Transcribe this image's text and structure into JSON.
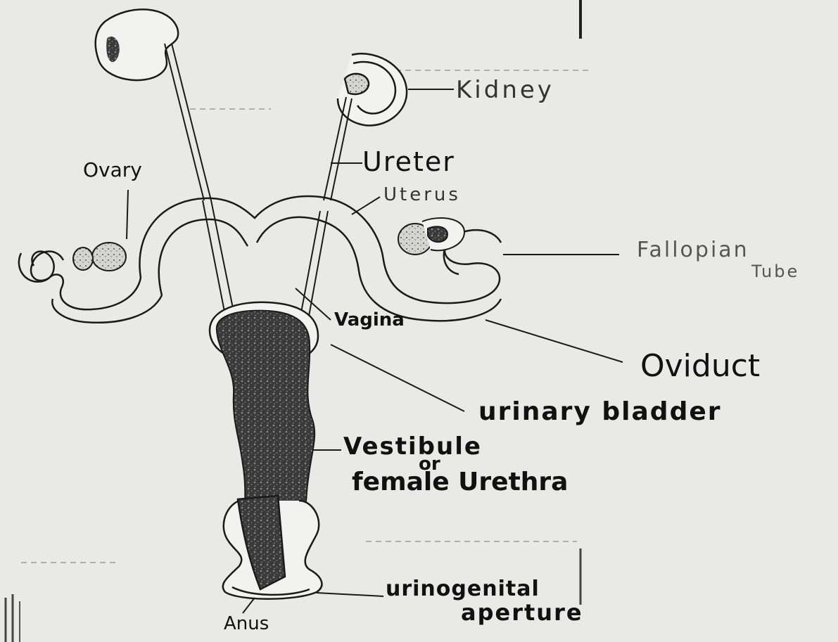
{
  "labels": {
    "kidney": "Kidney",
    "ureter": "Ureter",
    "ovary": "Ovary",
    "uterus": "Uterus",
    "fallopian": "Fallopian",
    "tube": "Tube",
    "vagina": "Vagina",
    "oviduct": "Oviduct",
    "urinary_bladder": "urinary bladder",
    "vestibule": "Vestibule",
    "or": "or",
    "female_urethra": "female Urethra",
    "urinogenital": "urinogenital",
    "aperture": "aperture",
    "anus": "Anus"
  },
  "colors": {
    "paper": "#e9e9e6",
    "ink": "#1a1a1a",
    "shading": "#2b2b2b"
  }
}
